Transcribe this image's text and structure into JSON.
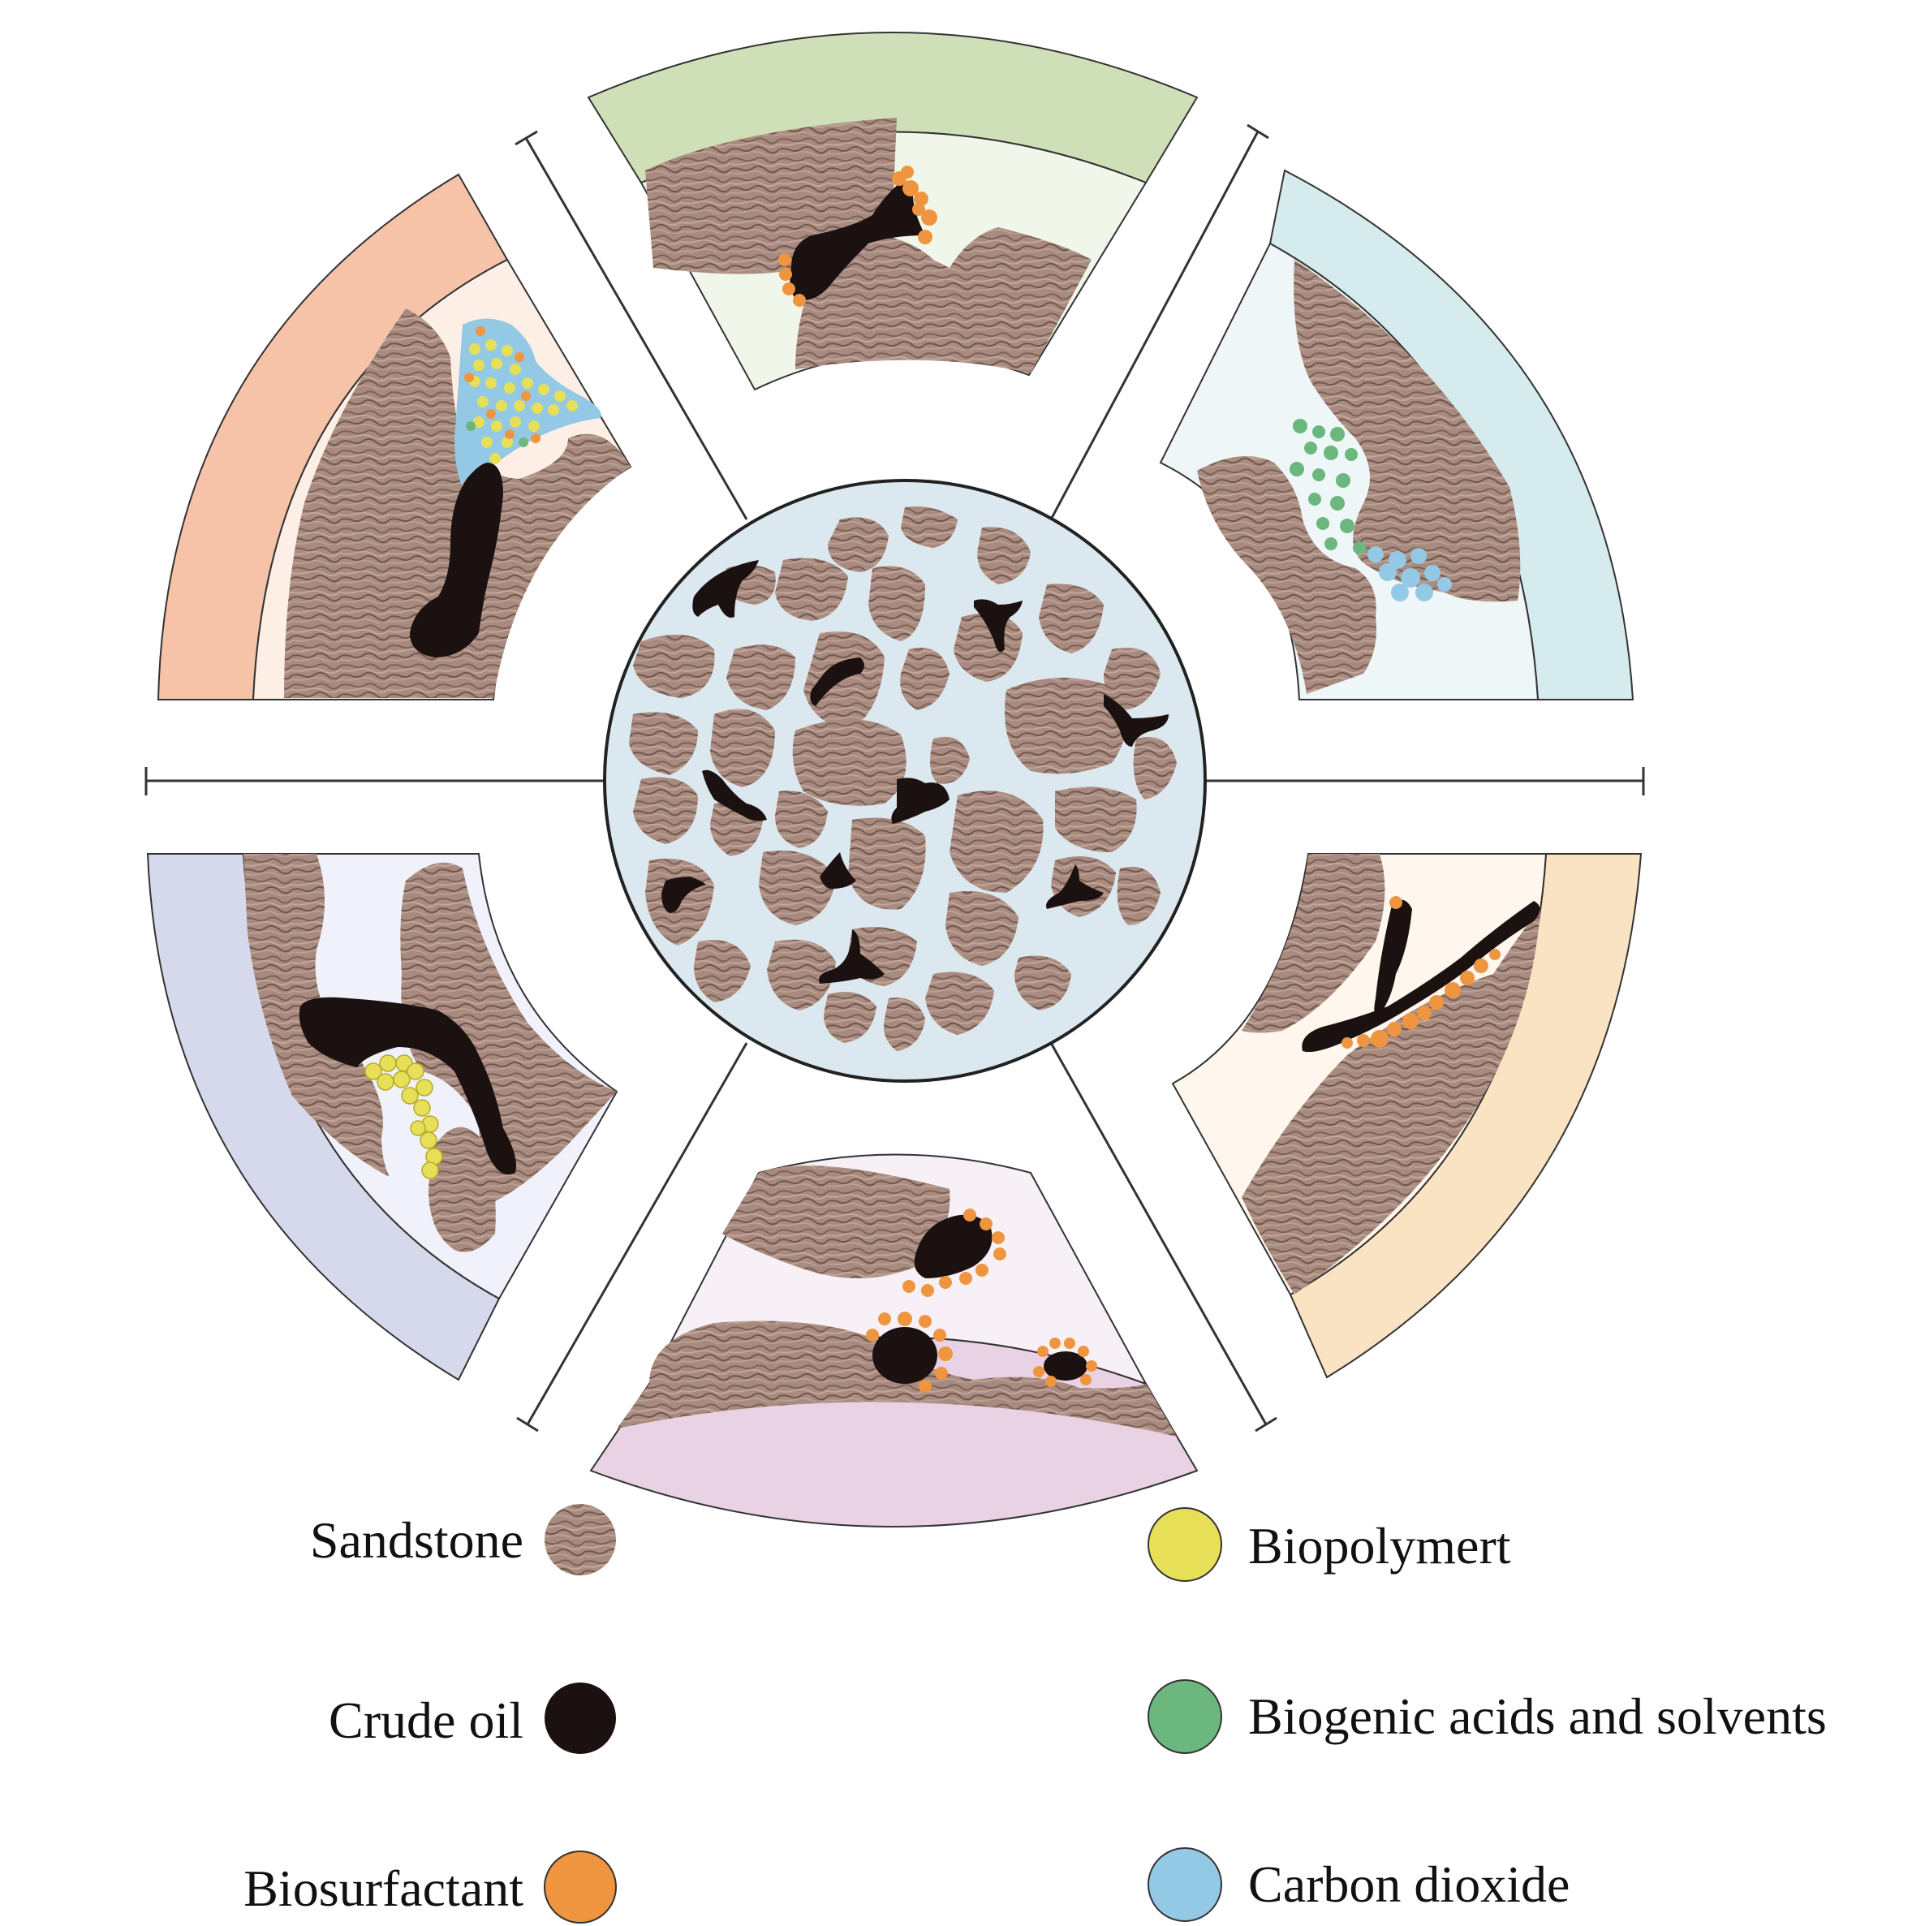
{
  "colors": {
    "sandstone": "#a88b7e",
    "sandstone_dark": "#6f574d",
    "crude_oil": "#1c1111",
    "biosurfactant": "#f0953f",
    "biopolymer": "#e6df57",
    "biogenic_acids": "#6cb77e",
    "carbon_dioxide": "#94c9e6",
    "pore_fluid": "#dce8ef",
    "sector_green": "#cfe0b9",
    "sector_green_light": "#f1f6ea",
    "sector_blue": "#d6ebee",
    "sector_blue_light": "#eef6f8",
    "sector_orange": "#fae3c2",
    "sector_orange_light": "#fff7ee",
    "sector_purple": "#e8d2e4",
    "sector_purple_light": "#f7f0f7",
    "sector_lavender": "#d6d9ec",
    "sector_lavender_light": "#f0f1fa",
    "sector_salmon": "#f6c3a8",
    "sector_salmon_light": "#fdeee6"
  },
  "legend": {
    "sandstone": {
      "label": "Sandstone",
      "swatch": "sandstone"
    },
    "crude_oil": {
      "label": "Crude oil",
      "swatch": "crude-oil"
    },
    "biosurfactant": {
      "label": "Biosurfactant",
      "swatch": "biosurfactant"
    },
    "biopolymer": {
      "label": "Biopolymert",
      "swatch": "biopolymer"
    },
    "biogenic_acids": {
      "label": "Biogenic acids and solvents",
      "swatch": "biogenic-acids"
    },
    "carbon_dioxide": {
      "label": "Carbon dioxide",
      "swatch": "carbon-dioxide"
    }
  }
}
